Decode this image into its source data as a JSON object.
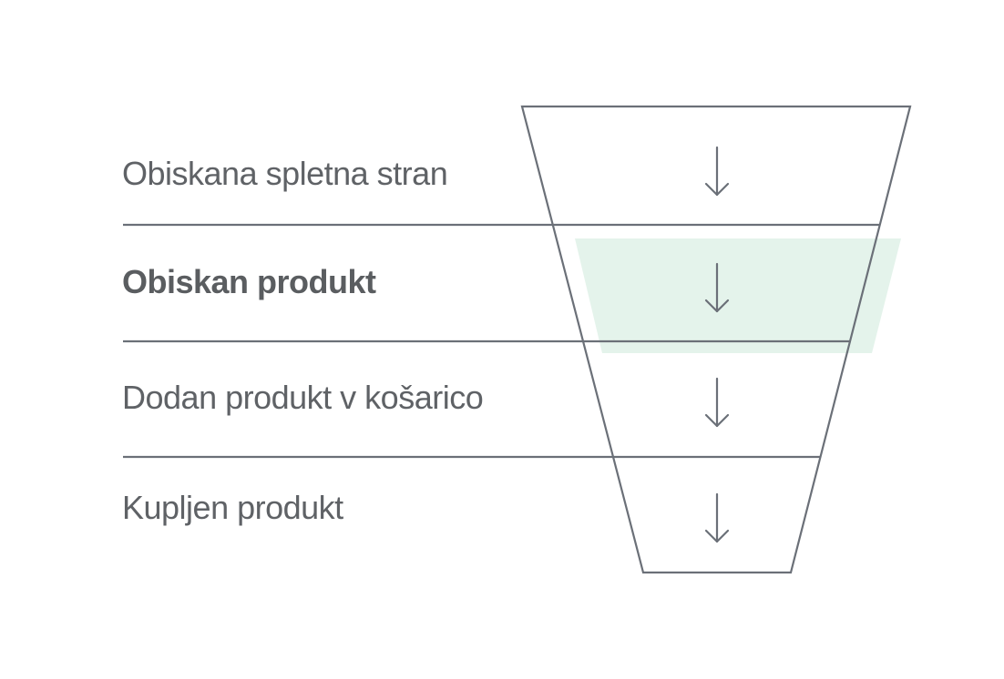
{
  "diagram": {
    "stages": [
      {
        "label": "Obiskana spletna stran",
        "highlighted": false
      },
      {
        "label": "Obiskan produkt",
        "highlighted": true
      },
      {
        "label": "Dodan produkt v košarico",
        "highlighted": false
      },
      {
        "label": "Kupljen produkt",
        "highlighted": false
      }
    ],
    "arrow_icon": "arrow-down-icon",
    "colors": {
      "line": "#6b7078",
      "text": "#5f6266",
      "text_active": "#5a5d60",
      "highlight": "#e4f3eb"
    }
  }
}
